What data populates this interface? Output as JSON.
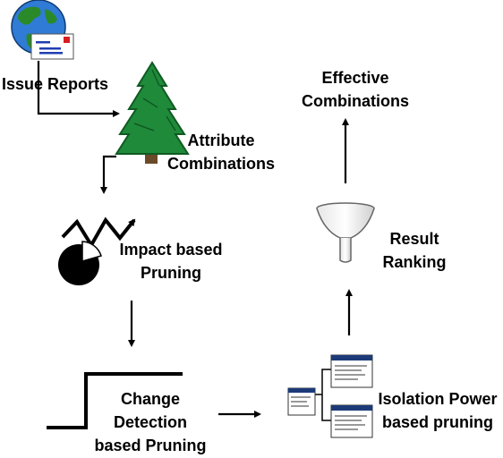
{
  "labels": {
    "issue_reports": "Issue Reports",
    "attribute_combinations": [
      "Attribute",
      "Combinations"
    ],
    "impact_pruning": [
      "Impact based",
      "Pruning"
    ],
    "change_detection": [
      "Change",
      "Detection",
      "based Pruning"
    ],
    "isolation_power": [
      "Isolation Power",
      "based pruning"
    ],
    "result_ranking": [
      "Result",
      "Ranking"
    ],
    "effective_combinations": [
      "Effective",
      "Combinations"
    ]
  },
  "icons": {
    "issue_reports": "globe-envelope-icon",
    "attribute_combinations": "tree-icon",
    "impact_pruning": "trend-pie-icon",
    "change_detection": "step-change-icon",
    "isolation_power": "windows-hierarchy-icon",
    "result_ranking": "funnel-icon"
  },
  "colors": {
    "globe_ocean": "#2f7bd6",
    "globe_land": "#2a8a2a",
    "tree": "#1f8a3a",
    "tree_dark": "#0f5a22",
    "trunk": "#6b4a2a",
    "window_title": "#1c3a78",
    "envelope_stripe": "#1f3fb0",
    "stamp": "#d81e1e"
  }
}
